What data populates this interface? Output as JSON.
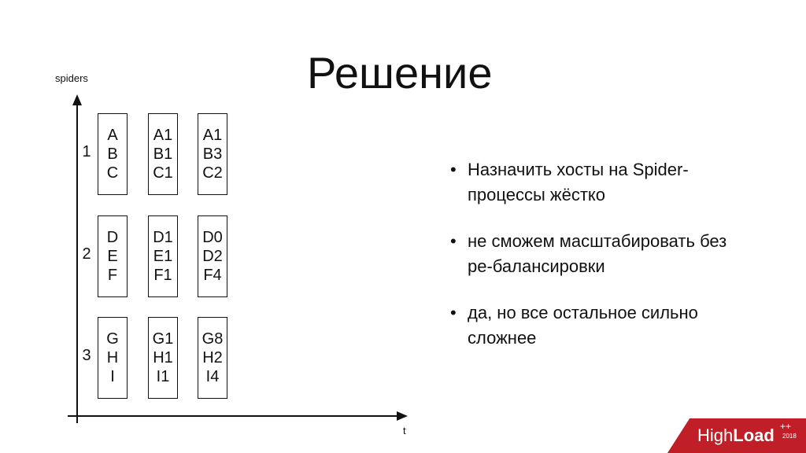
{
  "title": "Решение",
  "diagram": {
    "y_axis_label": "spiders",
    "x_axis_label": "t",
    "rows": [
      {
        "number": "1",
        "boxes": [
          [
            "A",
            "B",
            "C"
          ],
          [
            "A1",
            "B1",
            "C1"
          ],
          [
            "A1",
            "B3",
            "C2"
          ]
        ]
      },
      {
        "number": "2",
        "boxes": [
          [
            "D",
            "E",
            "F"
          ],
          [
            "D1",
            "E1",
            "F1"
          ],
          [
            "D0",
            "D2",
            "F4"
          ]
        ]
      },
      {
        "number": "3",
        "boxes": [
          [
            "G",
            "H",
            "I"
          ],
          [
            "G1",
            "H1",
            "I1"
          ],
          [
            "G8",
            "H2",
            "I4"
          ]
        ]
      }
    ]
  },
  "bullets": [
    "Назначить хосты на Spider-процессы жёстко",
    "не сможем масштабировать без ре-балансировки",
    "да, но все остальное сильно сложнее"
  ],
  "logo": {
    "text_main": "High",
    "text_bold": "Load",
    "superscript": "++",
    "year": "2018",
    "color": "#c01f27"
  }
}
